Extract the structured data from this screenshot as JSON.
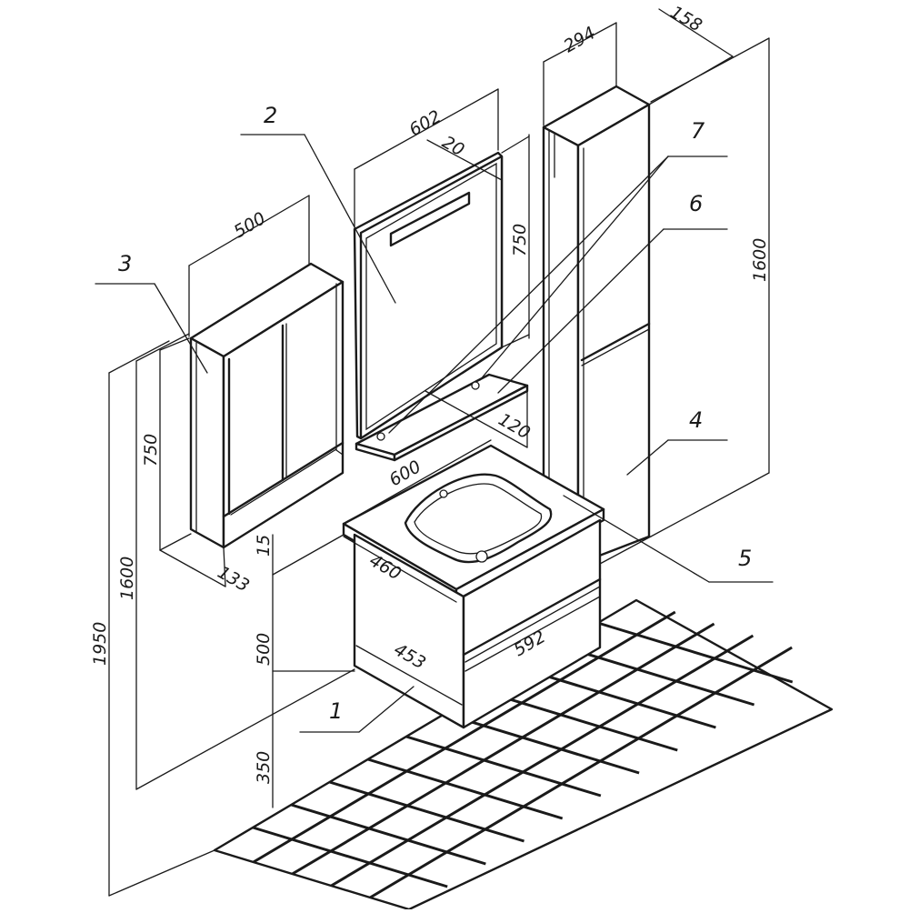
{
  "callouts": {
    "c1": "1",
    "c2": "2",
    "c3": "3",
    "c4": "4",
    "c5": "5",
    "c6": "6",
    "c7": "7"
  },
  "dimensions": {
    "cabinet_width": "500",
    "cabinet_height": "750",
    "cabinet_depth": "133",
    "mirror_width": "602",
    "mirror_depth": "20",
    "mirror_height": "750",
    "shelf_depth": "120",
    "column_width": "294",
    "column_depth": "158",
    "column_height": "1600",
    "basin_width": "600",
    "basin_depth": "460",
    "basin_thickness": "15",
    "vanity_height": "500",
    "vanity_side": "453",
    "vanity_front": "592",
    "vanity_floor_gap": "350",
    "level_1600": "1600",
    "level_1950": "1950"
  }
}
